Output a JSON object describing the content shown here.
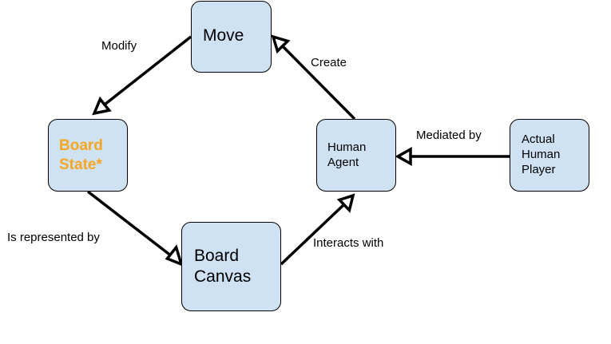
{
  "nodes": {
    "move": {
      "lines": [
        "Move"
      ]
    },
    "board_state": {
      "lines": [
        "Board",
        "State*"
      ],
      "color": "#f5a623"
    },
    "human_agent": {
      "lines": [
        "Human",
        "Agent"
      ]
    },
    "board_canvas": {
      "lines": [
        "Board",
        "Canvas"
      ]
    },
    "actual_human_player": {
      "lines": [
        "Actual",
        "Human",
        "Player"
      ]
    }
  },
  "edges": {
    "modify": "Modify",
    "create": "Create",
    "mediated_by": "Mediated by",
    "is_represented_by": "Is represented by",
    "interacts_with": "Interacts with"
  },
  "colors": {
    "node_fill": "#cfe2f3",
    "stroke": "#000000",
    "highlight": "#f5a623"
  }
}
